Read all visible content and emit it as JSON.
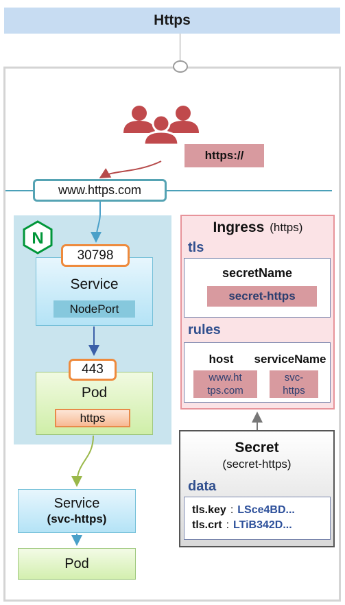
{
  "title": "Https",
  "client": {
    "protocol": "https://",
    "icon": "users-icon"
  },
  "host": "www.https.com",
  "nginx": {
    "logo_letter": "N",
    "service": {
      "port": "30798",
      "label": "Service",
      "type": "NodePort"
    },
    "pod": {
      "port": "443",
      "label": "Pod",
      "app": "https"
    }
  },
  "backend": {
    "service_label": "Service",
    "service_name": "(svc-https)",
    "pod_label": "Pod"
  },
  "ingress": {
    "title": "Ingress",
    "subtitle": "(https)",
    "tls_label": "tls",
    "secret_name_key": "secretName",
    "secret_name_value": "secret-https",
    "rules_label": "rules",
    "host_key": "host",
    "service_name_key": "serviceName",
    "host_value_line1": "www.ht",
    "host_value_line2": "tps.com",
    "service_value_line1": "svc-",
    "service_value_line2": "https"
  },
  "secret": {
    "title": "Secret",
    "subtitle": "(secret-https)",
    "data_label": "data",
    "tls_key_key": "tls.key",
    "tls_key_value": "LSce4BD...",
    "tls_crt_key": "tls.crt",
    "tls_crt_value": "LTiB342D...",
    "separator": ":"
  },
  "colors": {
    "title_bg": "#c7dcf2",
    "accent_orange": "#ee8a3c",
    "nginx_green": "#009639",
    "ingress_bg": "#fbe3e6",
    "value_pink": "#d89a9f",
    "label_blue": "#304f8e",
    "users_red": "#c0494c"
  }
}
